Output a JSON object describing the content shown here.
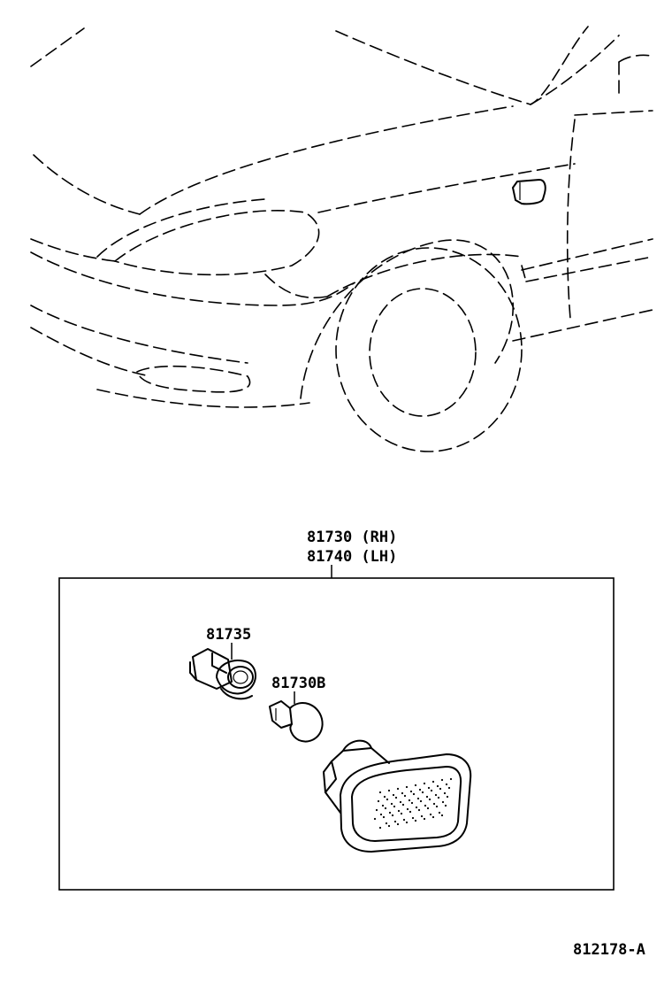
{
  "callouts": {
    "assembly_rh": "81730 (RH)",
    "assembly_lh": "81740 (LH)",
    "socket": "81735",
    "bulb": "81730B"
  },
  "figure_id": "812178-A",
  "colors": {
    "ink": "#000000",
    "paper": "#ffffff"
  }
}
